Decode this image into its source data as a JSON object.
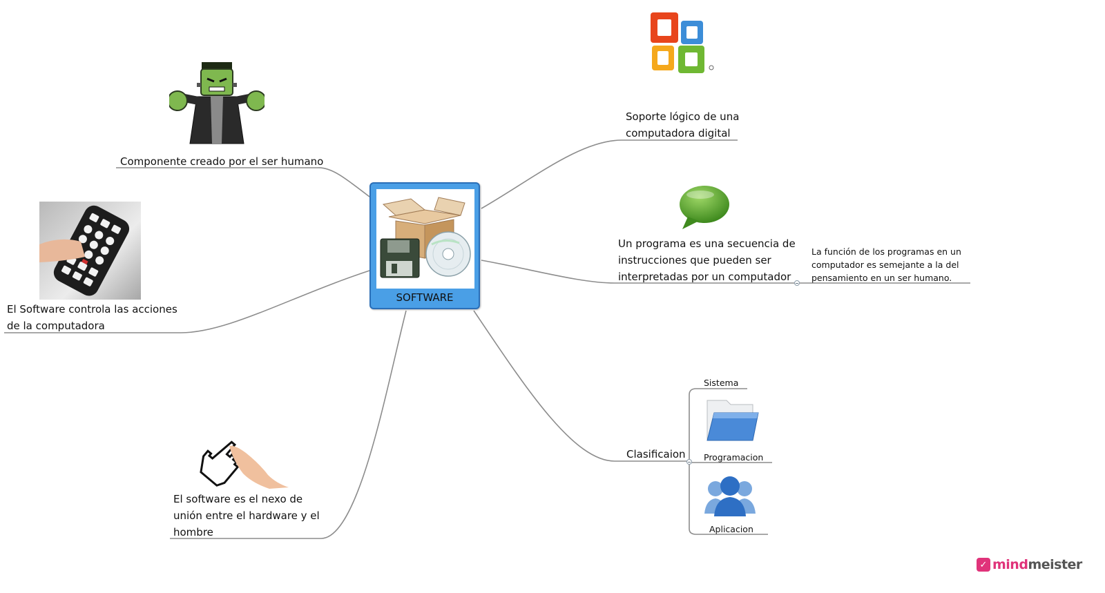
{
  "center": {
    "label": "SOFTWARE"
  },
  "branches": {
    "top_left": "Componente creado por el ser humano",
    "mid_left": [
      "El Software controla las acciones",
      "de la computadora"
    ],
    "bottom_left": [
      "El software es el nexo de",
      "unión entre el hardware y el",
      "hombre"
    ],
    "top_right": [
      "Soporte lógico de una",
      "computadora digital"
    ],
    "mid_right": [
      "Un programa es una secuencia de",
      "instrucciones que pueden ser",
      "interpretadas por un computador"
    ],
    "mid_right_child": [
      "La función de los programas en un",
      "computador es semejante a la del",
      "pensamiento en un ser humano."
    ],
    "bottom_right": "Clasificaion",
    "bottom_right_children": [
      "Sistema",
      "Programacion",
      "Aplicacion"
    ]
  },
  "icons": {
    "center": "software-box-floppy-cd-icon",
    "top_left": "frankenstein-icon",
    "mid_left": "remote-control-icon",
    "bottom_left": "pointer-hand-icon",
    "top_right": "office-logo-icon",
    "mid_right": "speech-bubble-icon",
    "programacion": "folder-icon",
    "aplicacion": "users-icon"
  },
  "branding": {
    "name": "mindmeister",
    "mind": "mind",
    "meister": "meister"
  },
  "colors": {
    "connector": "#8c8c8c",
    "center_fill": "#4a9fe6",
    "center_border": "#2a6fb8",
    "brand": "#e0337a"
  }
}
